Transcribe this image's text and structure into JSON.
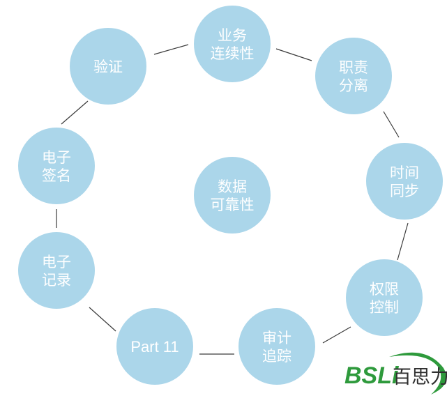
{
  "diagram": {
    "center": {
      "lines": [
        "数据",
        "可靠性"
      ]
    },
    "nodes": [
      {
        "id": "business-continuity",
        "lines": [
          "业务",
          "连续性"
        ]
      },
      {
        "id": "duty-separation",
        "lines": [
          "职责",
          "分离"
        ]
      },
      {
        "id": "time-sync",
        "lines": [
          "时间",
          "同步"
        ]
      },
      {
        "id": "access-control",
        "lines": [
          "权限",
          "控制"
        ]
      },
      {
        "id": "audit-trail",
        "lines": [
          "审计",
          "追踪"
        ]
      },
      {
        "id": "part-11",
        "lines": [
          "Part 11"
        ]
      },
      {
        "id": "electronic-record",
        "lines": [
          "电子",
          "记录"
        ]
      },
      {
        "id": "electronic-signature",
        "lines": [
          "电子",
          "签名"
        ]
      },
      {
        "id": "validation",
        "lines": [
          "验证"
        ]
      }
    ]
  },
  "logo": {
    "latin": "BSLi",
    "chinese": "百思力"
  },
  "colors": {
    "node": "#abd6ea",
    "label": "#ffffff",
    "line": "#3a3a3a",
    "logo_green": "#2e9a3c"
  }
}
